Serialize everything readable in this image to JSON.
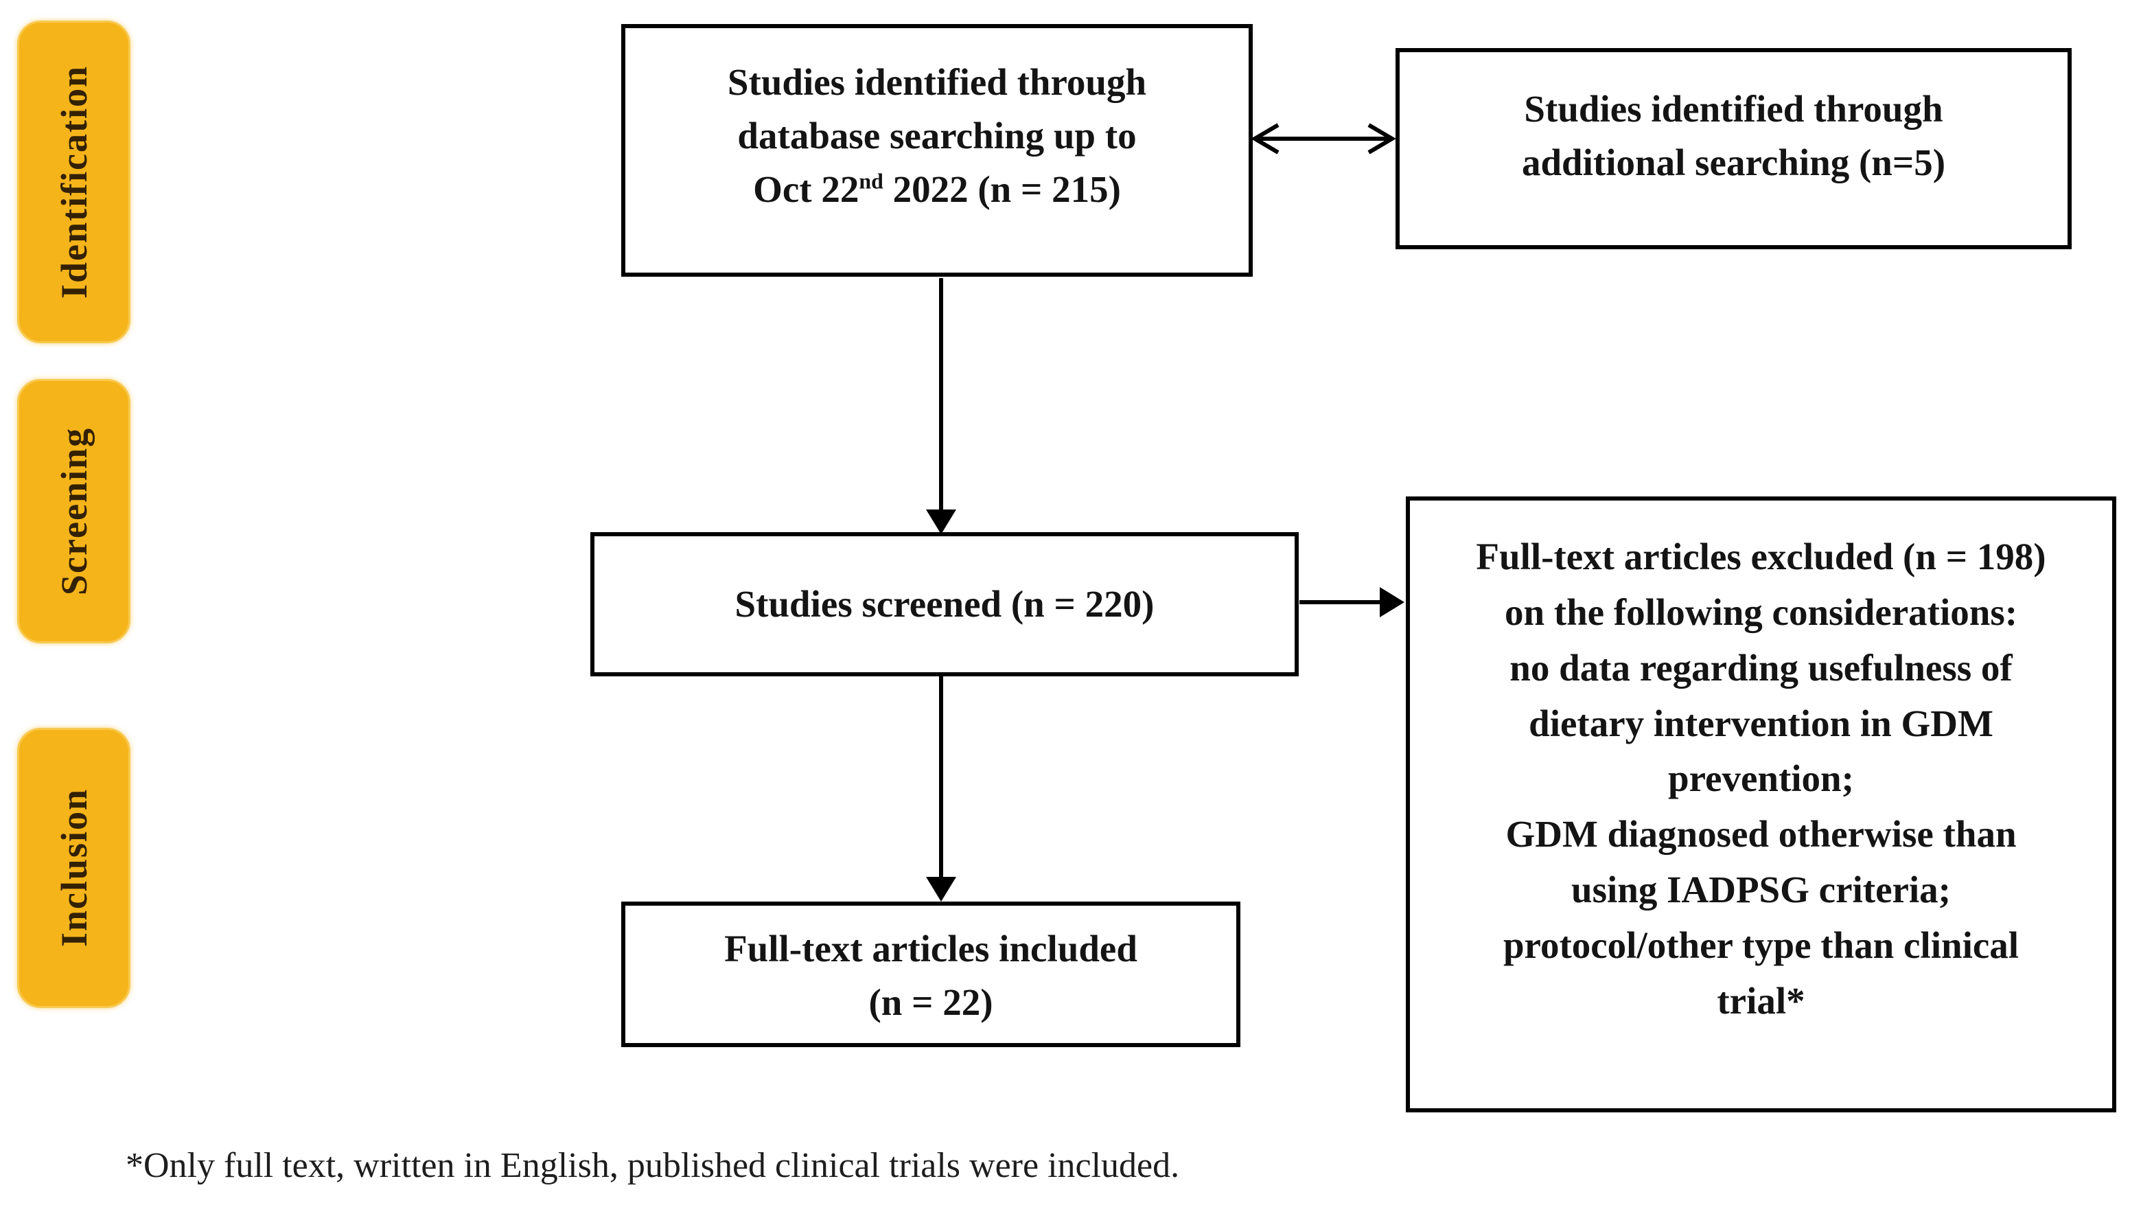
{
  "colors": {
    "stage_fill": "#F5B41A",
    "stage_text": "#332104",
    "box_border": "#000000",
    "box_text": "#141414",
    "background": "#FFFFFF"
  },
  "stages": [
    {
      "label": "Identification"
    },
    {
      "label": "Screening"
    },
    {
      "label": "Inclusion"
    }
  ],
  "boxes": {
    "db_search": {
      "line1": "Studies identified through",
      "line2": "database searching up to",
      "line3_pre": "Oct 22",
      "line3_sup": "nd",
      "line3_post": " 2022 (n = 215)"
    },
    "additional": {
      "line1": "Studies identified through",
      "line2": "additional searching (n=5)"
    },
    "screened": {
      "line1": "Studies screened (n = 220)"
    },
    "excluded": {
      "lines": [
        "Full-text articles excluded (n = 198)",
        "on the following considerations:",
        "no data regarding usefulness of",
        "dietary intervention in GDM",
        "prevention;",
        "GDM diagnosed otherwise than",
        "using IADPSG criteria;",
        "protocol/other type than clinical",
        "trial*"
      ]
    },
    "included": {
      "line1": "Full-text articles included",
      "line2": "(n = 22)"
    }
  },
  "footnote": "*Only full text, written in English, published clinical trials were included."
}
